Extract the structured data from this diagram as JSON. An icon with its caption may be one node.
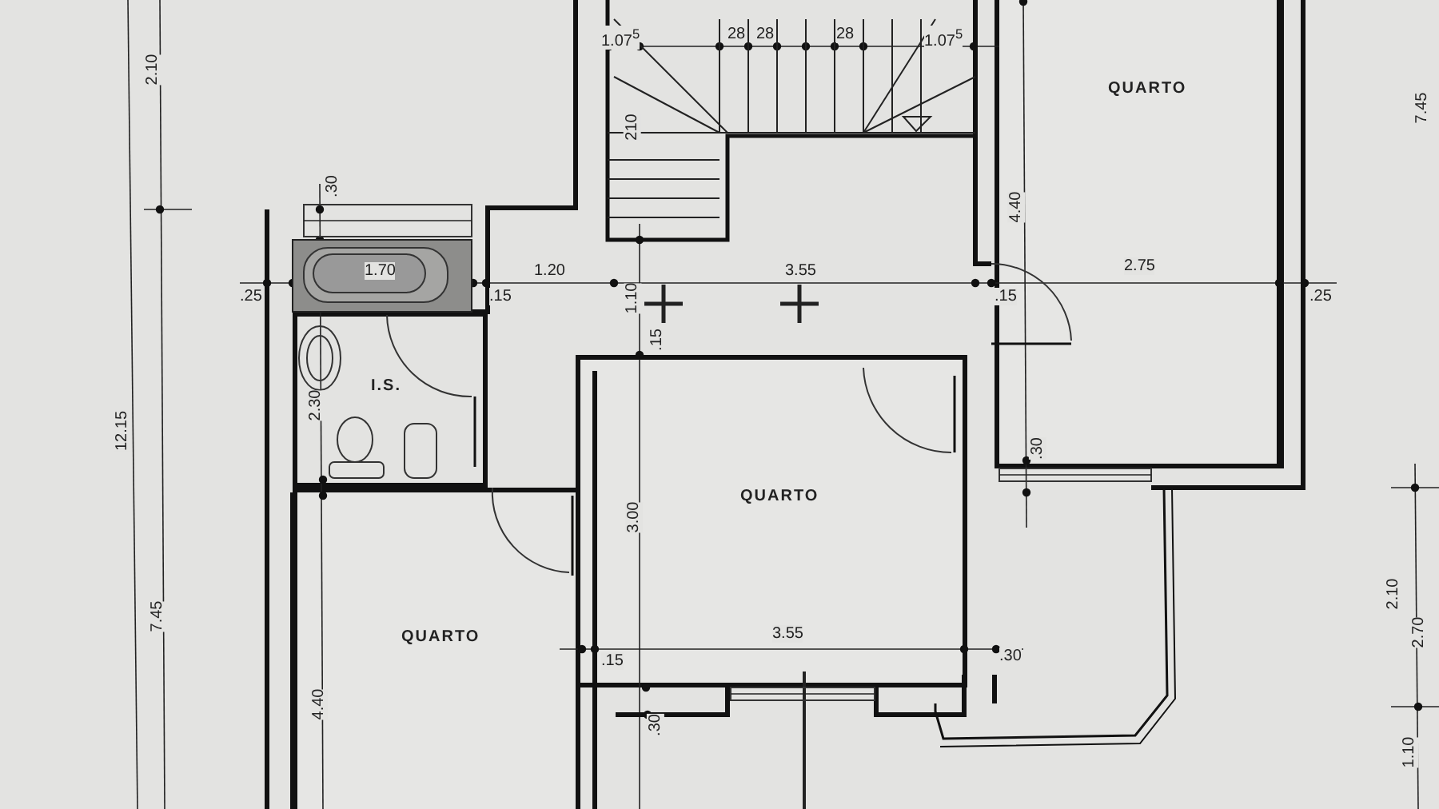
{
  "diagram": {
    "nodes": [
      {
        "text": [
          "QUARTO"
        ]
      },
      {
        "text": [
          "I.S."
        ]
      },
      {
        "text": [
          "QUARTO"
        ]
      },
      {
        "text": [
          "QUARTO"
        ]
      }
    ],
    "labels": [
      "1.07$^{5}$",
      "28",
      "28",
      "28",
      "1.07$^{5}$",
      "2.10",
      "7.45",
      "210",
      ".30",
      "4.40",
      "1.70",
      "1.20",
      "3.55",
      "2.75",
      ".25",
      ".15",
      ".15",
      ".25",
      "1.10",
      ".15",
      "2.30",
      "12.15",
      ".30",
      "3.00",
      "2.10",
      "7.45",
      "2.70",
      "3.55",
      ".15",
      ".30",
      "4.40",
      ".30",
      "1.10"
    ]
  }
}
